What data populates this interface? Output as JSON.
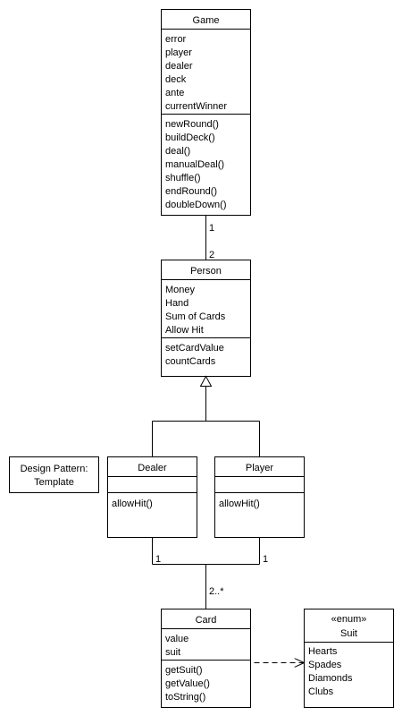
{
  "colors": {
    "line": "#000000",
    "background": "#ffffff"
  },
  "classes": {
    "game": {
      "name": "Game",
      "attributes": [
        "error",
        "player",
        "dealer",
        "deck",
        "ante",
        "currentWinner"
      ],
      "methods": [
        "newRound()",
        "buildDeck()",
        "deal()",
        "manualDeal()",
        "shuffle()",
        "endRound()",
        "doubleDown()"
      ]
    },
    "person": {
      "name": "Person",
      "attributes": [
        "Money",
        "Hand",
        "Sum of Cards",
        "Allow Hit"
      ],
      "methods": [
        "setCardValue",
        "countCards"
      ]
    },
    "dealer": {
      "name": "Dealer",
      "attributes": [],
      "methods": [
        "allowHit()"
      ]
    },
    "player": {
      "name": "Player",
      "attributes": [],
      "methods": [
        "allowHit()"
      ]
    },
    "card": {
      "name": "Card",
      "attributes": [
        "value",
        "suit"
      ],
      "methods": [
        "getSuit()",
        "getValue()",
        "toString()"
      ]
    },
    "suit": {
      "stereotype": "«enum»",
      "name": "Suit",
      "values": [
        "Hearts",
        "Spades",
        "Diamonds",
        "Clubs"
      ]
    }
  },
  "note": {
    "lines": [
      "Design Pattern:",
      "Template"
    ]
  },
  "multiplicities": {
    "game_person_game_end": "1",
    "game_person_person_end": "2",
    "dealer_card": "1",
    "player_card": "1",
    "card_end": "2..*"
  }
}
